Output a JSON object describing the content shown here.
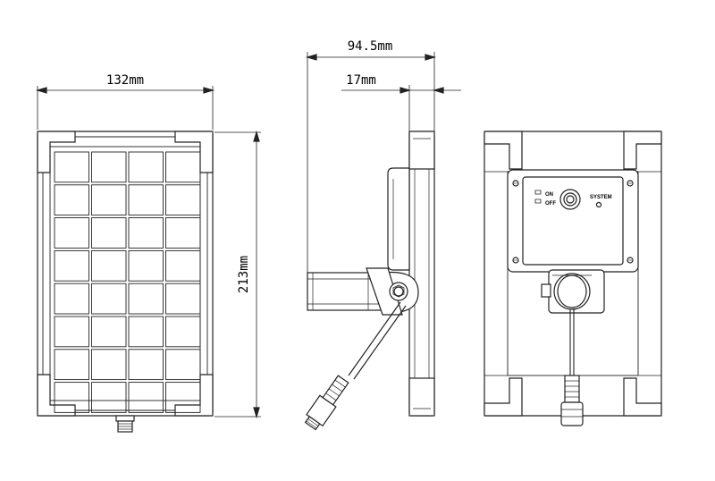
{
  "dimensions": {
    "width": "132mm",
    "height": "213mm",
    "depth": "94.5mm",
    "thickness": "17mm"
  },
  "control_panel": {
    "on_label": "ON",
    "off_label": "OFF",
    "system_label": "SYSTEM"
  },
  "colors": {
    "line": "#222222",
    "fill": "#ffffff"
  }
}
